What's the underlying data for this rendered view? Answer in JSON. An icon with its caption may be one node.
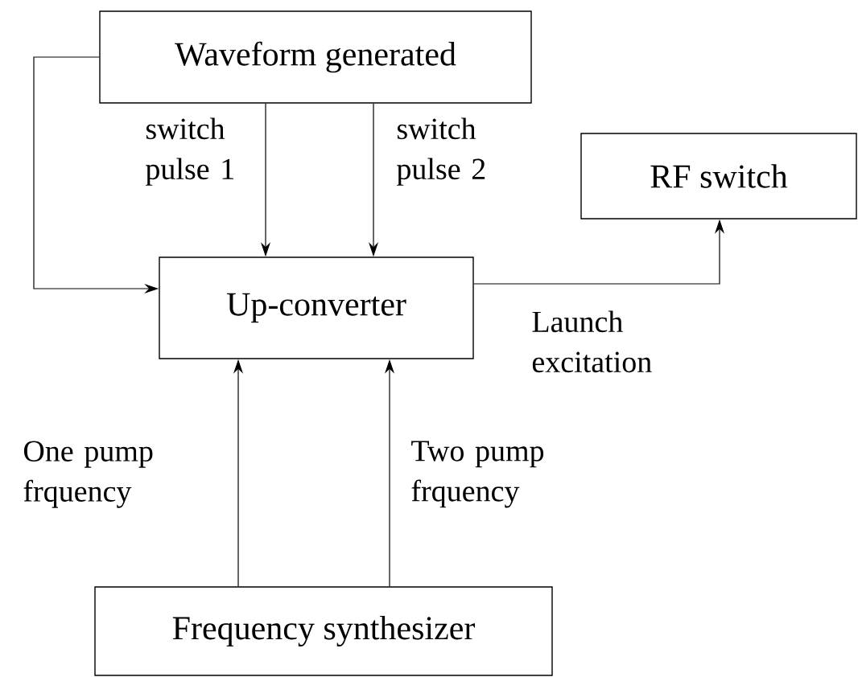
{
  "diagram": {
    "nodes": [
      {
        "text": [
          "Waveform generated"
        ]
      },
      {
        "text": [
          "RF switch"
        ]
      },
      {
        "text": [
          "Up-converter"
        ]
      },
      {
        "text": [
          "Frequency synthesizer"
        ]
      }
    ],
    "edges": [
      {
        "from": 0,
        "to": 2,
        "arrow": "to"
      },
      {
        "from": 0,
        "to": 2,
        "arrow": "to",
        "label": "switch pulse 1"
      },
      {
        "from": 0,
        "to": 2,
        "arrow": "to",
        "label": "switch pulse 2"
      },
      {
        "from": 2,
        "to": 1,
        "arrow": "to",
        "label": "Launch excitation"
      },
      {
        "from": 3,
        "to": 2,
        "arrow": "to",
        "label": "One pump frquency"
      },
      {
        "from": 3,
        "to": 2,
        "arrow": "to",
        "label": "Two pump frquency"
      }
    ]
  }
}
